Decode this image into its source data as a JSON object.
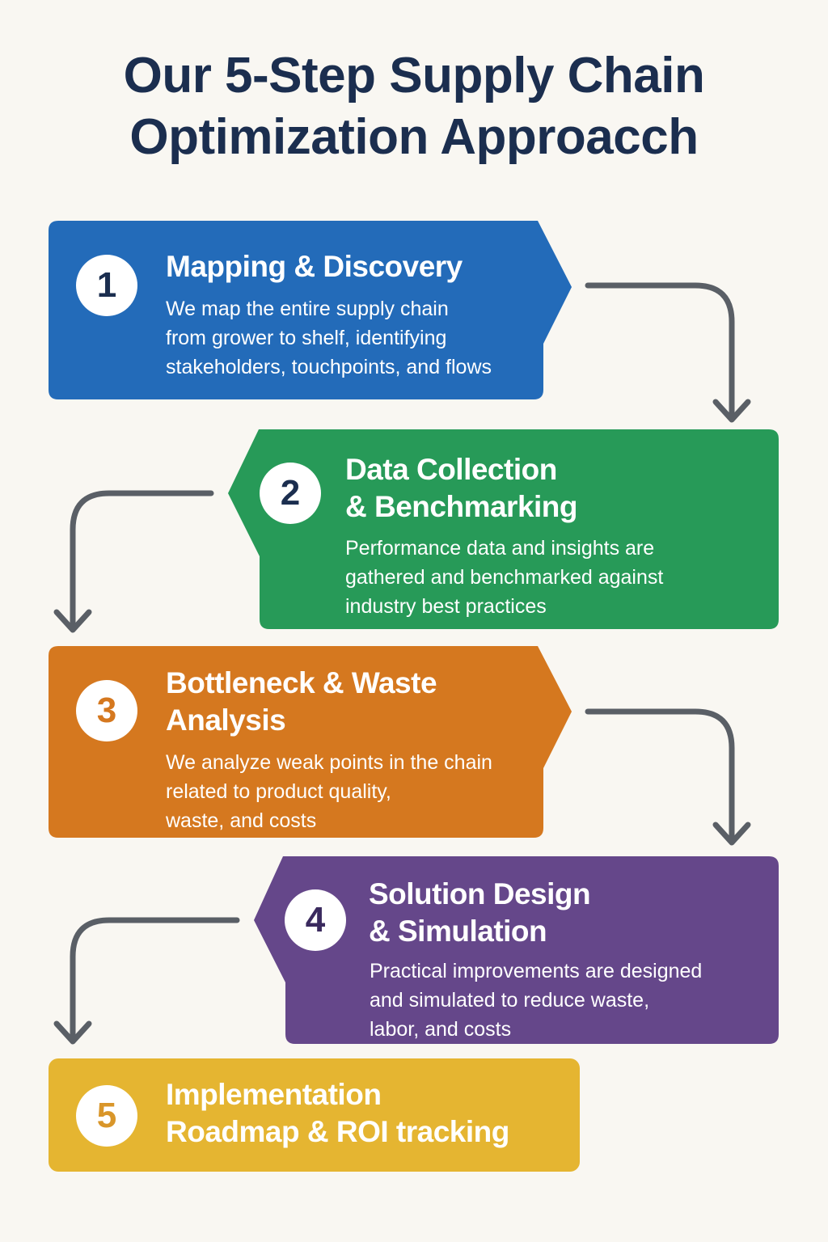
{
  "title": {
    "line1": "Our 5-Step Supply Chain",
    "line2": "Optimization Approacch"
  },
  "colors": {
    "title": "#1b2e4f",
    "step1": "#236bb9",
    "step2": "#279a58",
    "step3": "#d5781f",
    "step4": "#65478a",
    "step5": "#e5b531",
    "arrow": "#5a5f66"
  },
  "steps": [
    {
      "number": "1",
      "title": [
        "Mapping & Discovery"
      ],
      "description": [
        "We map the entire supply chain",
        "from grower to shelf, identifying",
        "stakeholders, touchpoints, and flows"
      ]
    },
    {
      "number": "2",
      "title": [
        "Data Collection",
        "& Benchmarking"
      ],
      "description": [
        "Performance data and insights are",
        "gathered and benchmarked against",
        "industry best practices"
      ]
    },
    {
      "number": "3",
      "title": [
        "Bottleneck & Waste",
        "Analysis"
      ],
      "description": [
        "We analyze weak points in the chain",
        "related to product quality,",
        "waste, and costs"
      ]
    },
    {
      "number": "4",
      "title": [
        "Solution Design",
        "& Simulation"
      ],
      "description": [
        "Practical improvements are designed",
        "and simulated to reduce waste,",
        "labor, and costs"
      ]
    },
    {
      "number": "5",
      "title": [
        "Implementation",
        "Roadmap & ROI tracking"
      ],
      "description": []
    }
  ]
}
